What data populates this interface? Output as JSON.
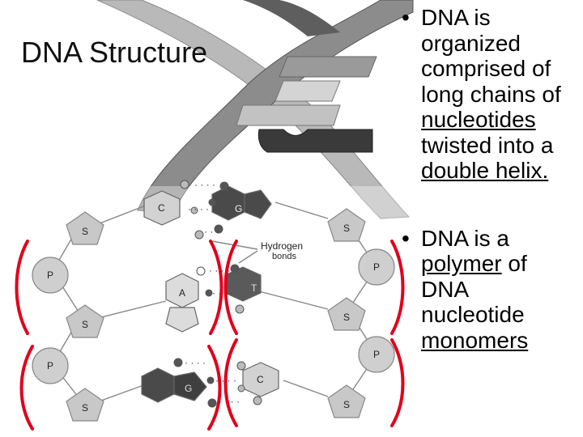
{
  "slide": {
    "title": "DNA Structure",
    "bullets": [
      {
        "marker": "•",
        "line1": "DNA is",
        "line2": "organized",
        "line3": "comprised of",
        "line4": "long chains of",
        "line5": "nucleotides",
        "line6": "twisted into a",
        "line7": "double helix."
      },
      {
        "marker": "•",
        "line1": "DNA is a",
        "line2a": "polymer",
        "line2b": " of",
        "line3": "DNA",
        "line4": "nucleotide",
        "line5": "monomers"
      }
    ]
  },
  "diagram": {
    "labels": {
      "sugar": "S",
      "phosphate": "P",
      "cytosine": "C",
      "guanine": "G",
      "adenine": "A",
      "thymine": "T",
      "hydrogen_line1": "Hydrogen",
      "hydrogen_line2": "bonds"
    },
    "colors": {
      "bracket": "#e0001a",
      "sugar_fill": "#c8c8c8",
      "dark_base": "#4a4a4a",
      "light_base": "#d9d9d9",
      "helix_dark": "#3a3a3a",
      "helix_light": "#b9b9b9"
    }
  }
}
